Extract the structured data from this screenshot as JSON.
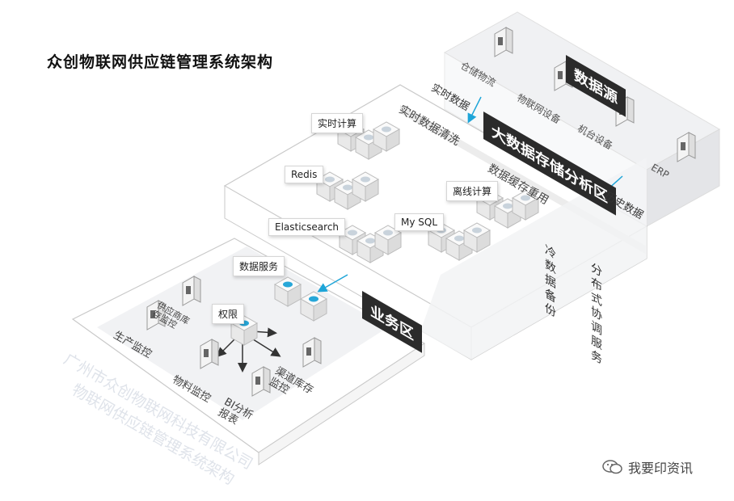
{
  "title": "众创物联网供应链管理系统架构",
  "zones": {
    "data_source": "数据源",
    "big_data": "大数据存储分析区",
    "business": "业务区"
  },
  "flows": {
    "realtime_data": "实时数据",
    "history_data": "历史数据"
  },
  "data_sources": [
    "仓储物流",
    "物联网设备",
    "机台设备",
    "ERP"
  ],
  "big_data_functions": [
    "实时数据清洗",
    "数据缓存重用"
  ],
  "compute_nodes": {
    "realtime_compute": "实时计算",
    "redis": "Redis",
    "offline_compute": "离线计算",
    "elasticsearch": "Elasticsearch",
    "mysql": "My SQL"
  },
  "backup_services": {
    "cold_backup": "冷数据备份",
    "distributed": "分布式协调服务"
  },
  "business": {
    "data_service": "数据服务",
    "permission": "权限",
    "monitors": [
      "生产监控",
      "供应商库存监控",
      "物料监控",
      "BI分析报表",
      "渠道库存监控"
    ]
  },
  "watermark": [
    "广州市众创物联网科技有限公司",
    "物联网供应链管理系统架构"
  ],
  "logo_text": "我要印资讯",
  "colors": {
    "zone_tag": "#2b2b2b",
    "arrow": "#1ea5d8",
    "server_icon": "#27a7d8",
    "platform_fill": "#f0f1f3"
  }
}
